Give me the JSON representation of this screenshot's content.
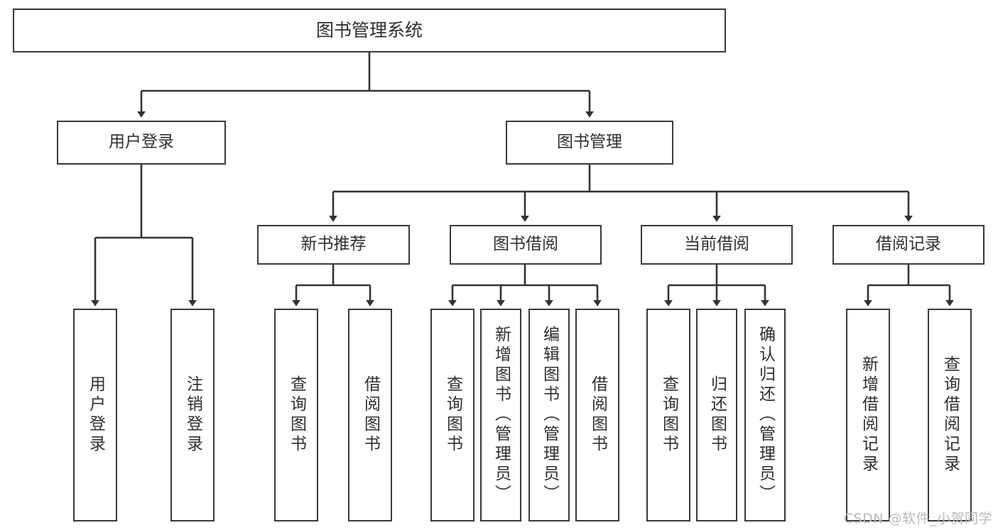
{
  "diagram": {
    "type": "tree-hierarchy-chart",
    "title": "图书管理系统",
    "colors": {
      "background": "#ffffff",
      "node_border": "#3a3a3a",
      "node_fill": "#ffffff",
      "text": "#2f2f2f",
      "connector": "#333333",
      "watermark": "#b9b9b9"
    },
    "root": {
      "label": "图书管理系统"
    },
    "level1": [
      {
        "label": "用户登录"
      },
      {
        "label": "图书管理"
      }
    ],
    "level2": [
      {
        "label": "新书推荐"
      },
      {
        "label": "图书借阅"
      },
      {
        "label": "当前借阅"
      },
      {
        "label": "借阅记录"
      }
    ],
    "leaves": {
      "user_login": [
        {
          "label": "用户登录"
        },
        {
          "label": "注销登录"
        }
      ],
      "new_book_recommend": [
        {
          "label": "查询图书"
        },
        {
          "label": "借阅图书"
        }
      ],
      "book_borrow": [
        {
          "label": "查询图书"
        },
        {
          "label": "新增图书（管理员）"
        },
        {
          "label": "编辑图书（管理员）"
        },
        {
          "label": "借阅图书"
        }
      ],
      "current_borrow": [
        {
          "label": "查询图书"
        },
        {
          "label": "归还图书"
        },
        {
          "label": "确认归还（管理员）"
        }
      ],
      "borrow_record": [
        {
          "label": "新增借阅记录"
        },
        {
          "label": "查询借阅记录"
        }
      ]
    }
  },
  "watermark": {
    "text": "CSDN @软件_小贺同学"
  }
}
